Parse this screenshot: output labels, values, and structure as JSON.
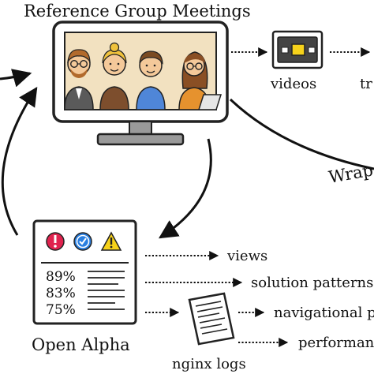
{
  "title": "Reference Group Meetings",
  "videos_label": "videos",
  "videos_next_fragment": "tr",
  "wrap_label": "Wrap",
  "stats": [
    "89%",
    "83%",
    "75%"
  ],
  "open_alpha_label": "Open Alpha",
  "outputs": [
    "views",
    "solution patterns",
    "navigational p",
    "performan"
  ],
  "nginx_label": "nginx logs",
  "icons": {
    "people": [
      "person-glasses-icon",
      "person-blonde-icon",
      "person-short-hair-icon",
      "person-long-hair-laptop-icon"
    ],
    "status": [
      "exclamation-icon",
      "check-icon",
      "warning-icon"
    ],
    "tape": "video-cassette-icon",
    "doc": "log-document-icon"
  },
  "colors": {
    "monitor_frame": "#8a8a8a",
    "screen": "#f2e1c0",
    "alert_red": "#e0224e",
    "check_blue": "#2a7fe0",
    "warn_yellow": "#f7d21a",
    "tape_yellow": "#f6d21b"
  }
}
